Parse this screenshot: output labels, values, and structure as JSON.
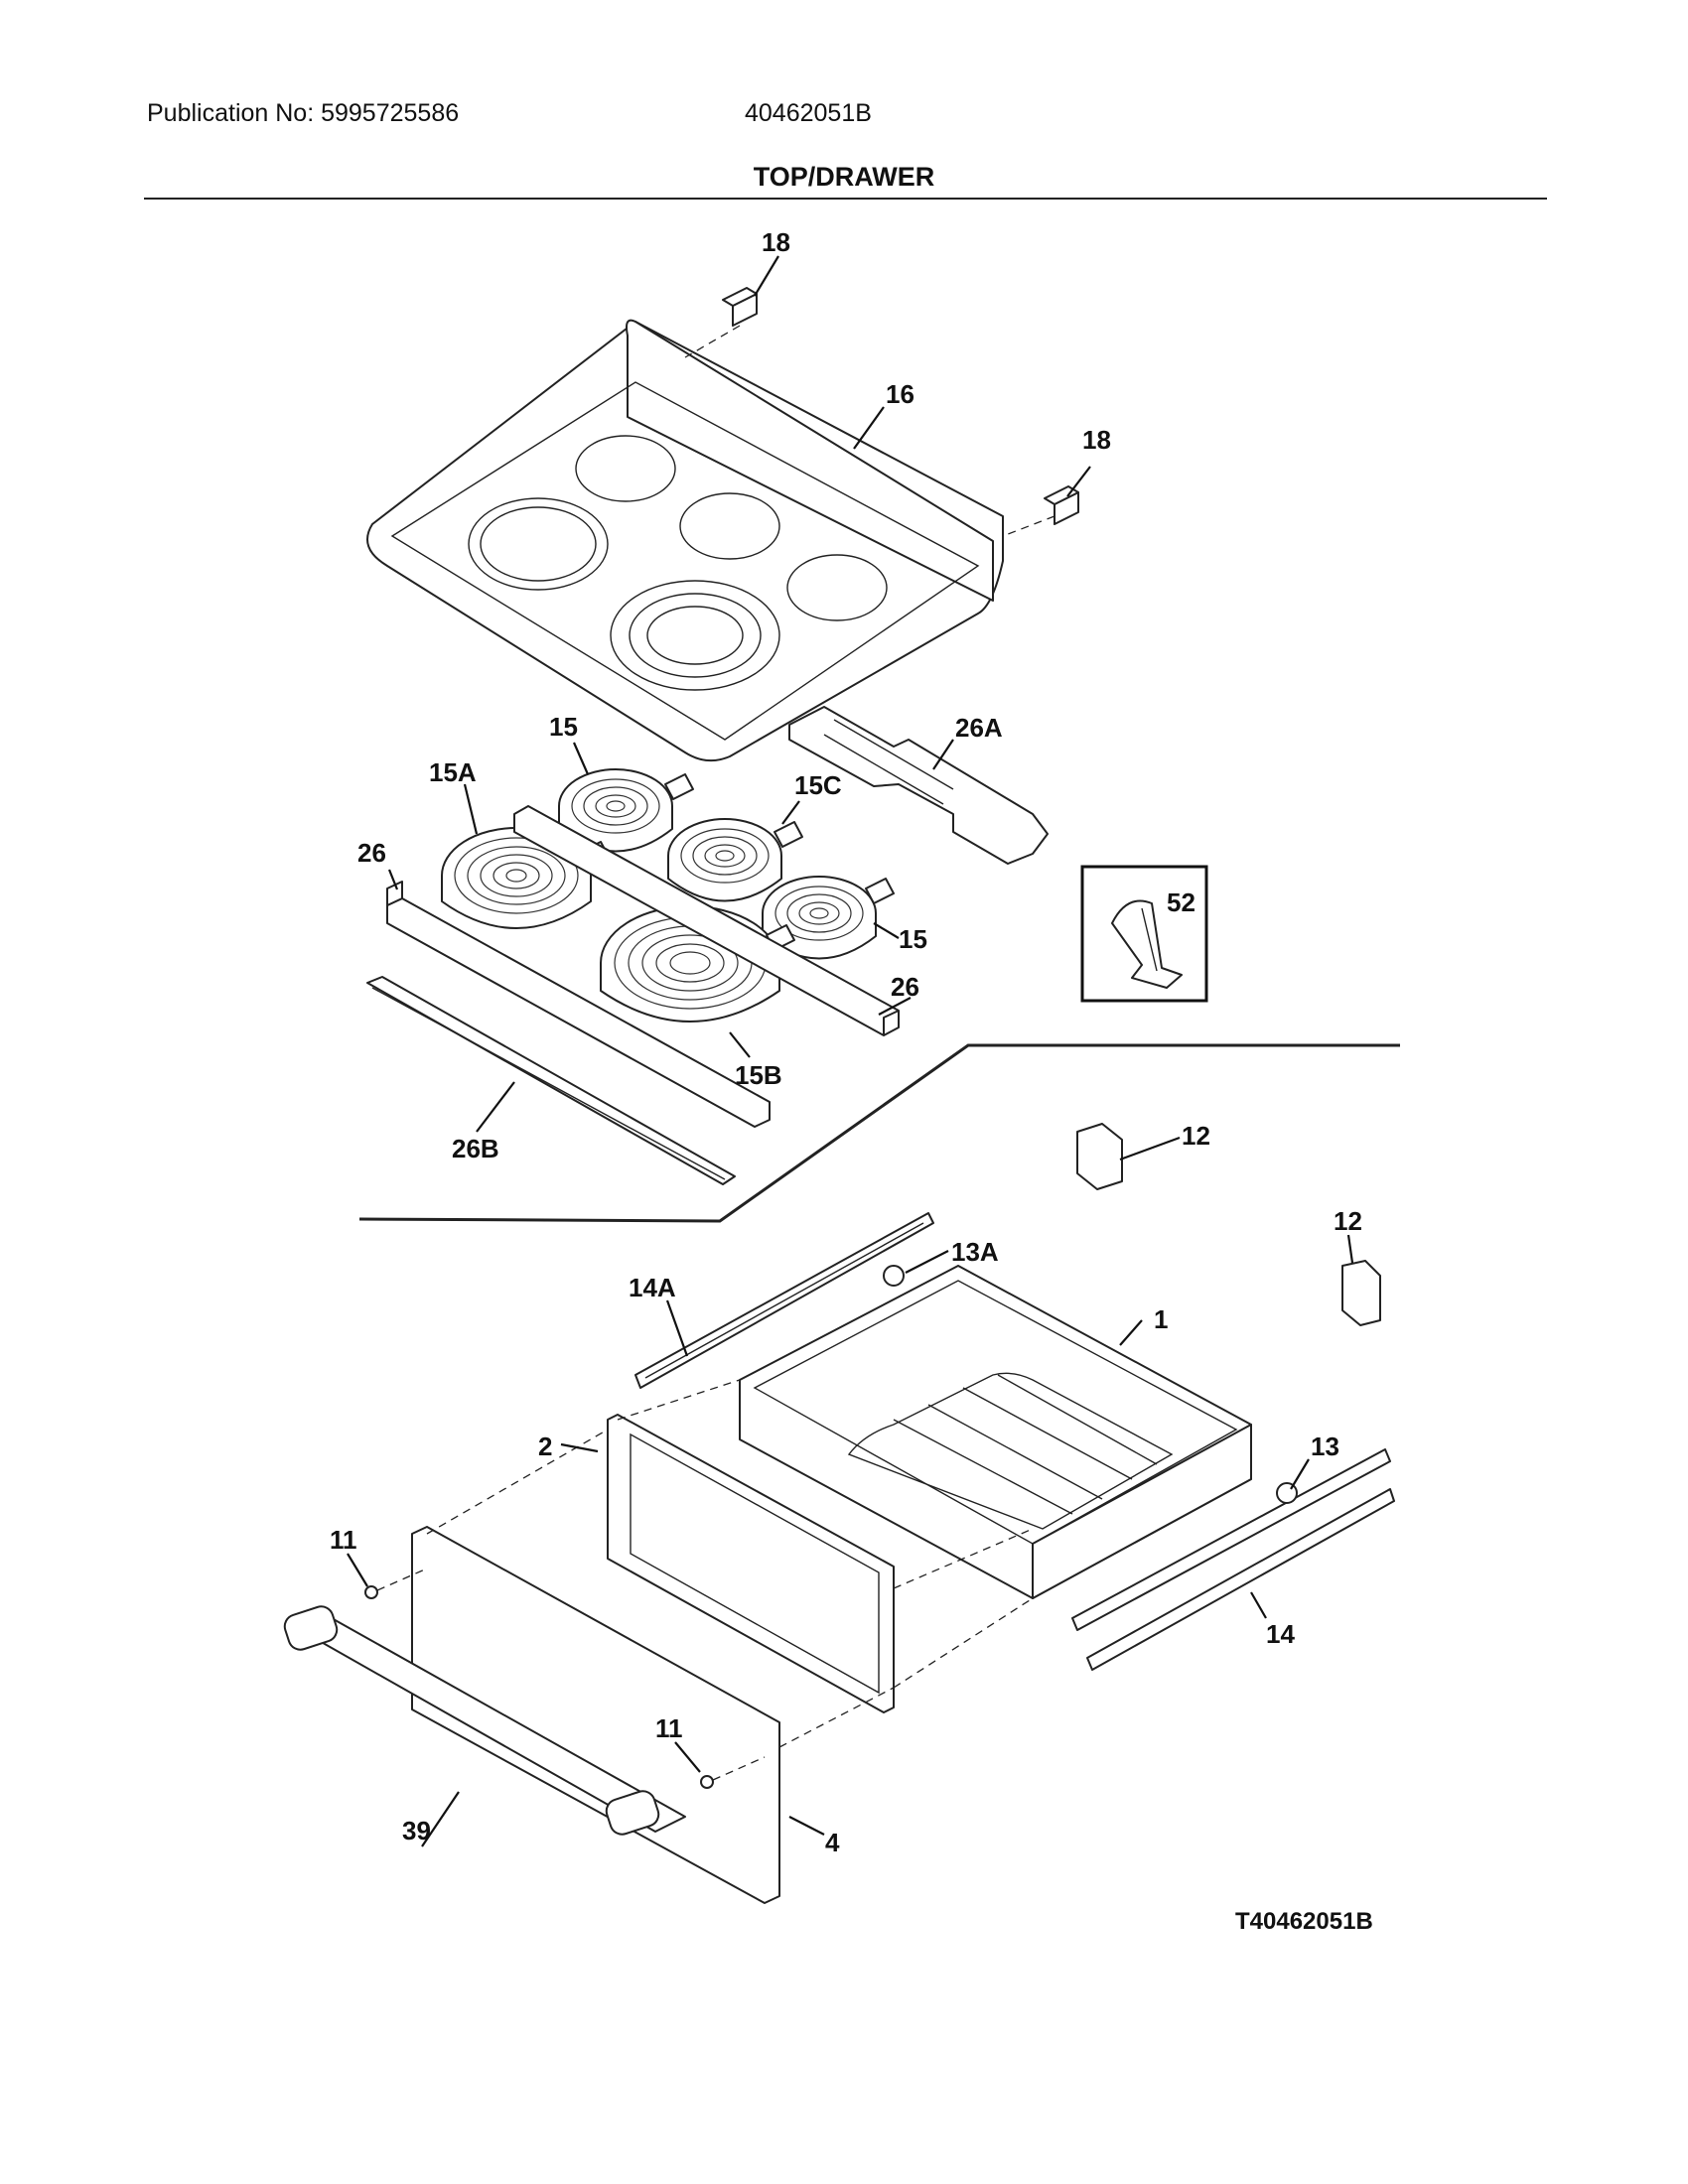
{
  "header": {
    "publication": "Publication No: 5995725586",
    "model": "40462051B",
    "title": "TOP/DRAWER"
  },
  "callouts": {
    "top_bracket_left": "18",
    "top_bracket_right": "18",
    "cooktop": "16",
    "element_top": "15",
    "element_large_left": "15A",
    "element_center": "15C",
    "element_right": "15",
    "element_large_front": "15B",
    "rail_left": "26",
    "rail_right": "26",
    "support_back": "26A",
    "support_front": "26B",
    "inset_part": "52",
    "bracket_drawer_a": "12",
    "bracket_drawer_b": "12",
    "glide_left": "14A",
    "roller_left": "13A",
    "drawer_body": "1",
    "drawer_front_frame": "2",
    "screw_left": "11",
    "screw_right": "11",
    "handle": "39",
    "drawer_panel": "4",
    "roller_right": "13",
    "glide_right": "14"
  },
  "footer": {
    "diagram_code": "T40462051B"
  }
}
